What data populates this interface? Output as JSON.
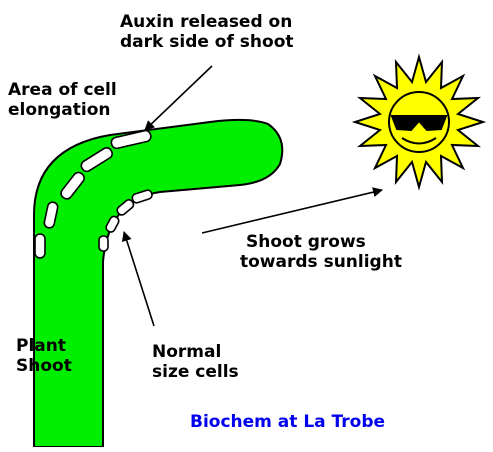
{
  "labels": {
    "auxin": [
      "Auxin released on",
      "dark side of shoot"
    ],
    "elongation": [
      "Area of cell",
      "elongation"
    ],
    "grows": [
      "Shoot grows",
      "towards sunlight"
    ],
    "plant": [
      "Plant",
      "Shoot"
    ],
    "normal": [
      "Normal",
      "size cells"
    ],
    "credit": "Biochem at La Trobe"
  },
  "colors": {
    "shoot": "#00ee00",
    "sun": "#ffff00",
    "outline": "#000000",
    "credit": "#0000ee"
  }
}
